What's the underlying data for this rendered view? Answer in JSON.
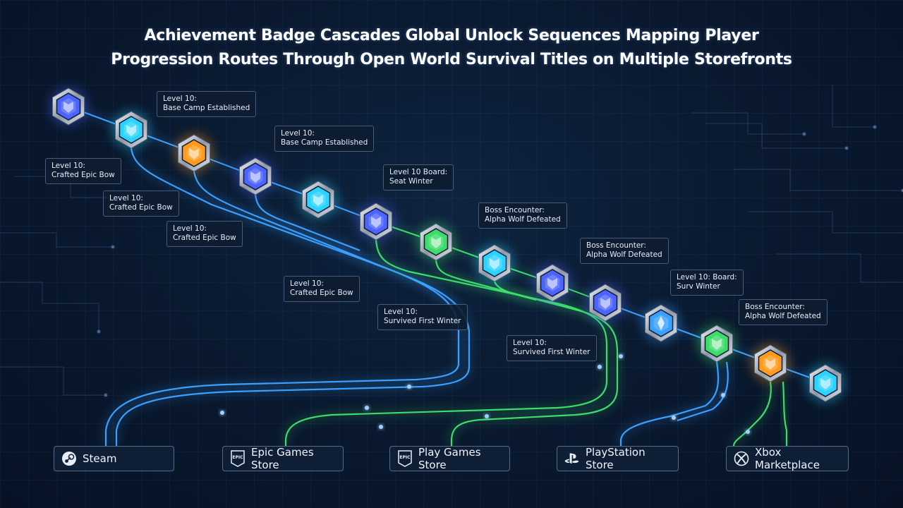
{
  "title": {
    "line1": "Achievement Badge Cascades Global Unlock Sequences Mapping Player",
    "line2": "Progression Routes Through Open World Survival Titles on Multiple Storefronts"
  },
  "colors": {
    "blue": "#3aa0ff",
    "cyan": "#2ad4ff",
    "green": "#3ddc6a",
    "orange": "#ff9a1a",
    "indigo": "#4b63ff"
  },
  "badges": [
    {
      "color": "indigo",
      "icon": "shield"
    },
    {
      "color": "cyan",
      "icon": "shield"
    },
    {
      "color": "orange",
      "icon": "shield"
    },
    {
      "color": "indigo",
      "icon": "shield"
    },
    {
      "color": "cyan",
      "icon": "shield"
    },
    {
      "color": "indigo",
      "icon": "shield"
    },
    {
      "color": "green",
      "icon": "shield"
    },
    {
      "color": "cyan",
      "icon": "shield"
    },
    {
      "color": "indigo",
      "icon": "shield"
    },
    {
      "color": "indigo",
      "icon": "shield"
    },
    {
      "color": "blue",
      "icon": "crystal"
    },
    {
      "color": "green",
      "icon": "shield"
    },
    {
      "color": "orange",
      "icon": "shield"
    },
    {
      "color": "cyan",
      "icon": "shield"
    }
  ],
  "labels": [
    {
      "line1": "Level 10:",
      "line2": "Base Camp Established"
    },
    {
      "line1": "Level 10:",
      "line2": "Base Camp Established"
    },
    {
      "line1": "Level 10:",
      "line2": "Crafted Epic Bow"
    },
    {
      "line1": "Level 10:",
      "line2": "Crafted Epic Bow"
    },
    {
      "line1": "Level 10:",
      "line2": "Crafted Epic Bow"
    },
    {
      "line1": "Level 10 Board:",
      "line2": "Seat Winter"
    },
    {
      "line1": "Boss Encounter:",
      "line2": "Alpha Wolf Defeated"
    },
    {
      "line1": "Boss Encounter:",
      "line2": "Alpha Wolf Defeated"
    },
    {
      "line1": "Level 10:",
      "line2": "Crafted Epic Bow"
    },
    {
      "line1": "Level 10:",
      "line2": "Survived First Winter"
    },
    {
      "line1": "Level 10:",
      "line2": "Survived First Winter"
    },
    {
      "line1": "Level 10: Board:",
      "line2": "Surv Winter"
    },
    {
      "line1": "Boss Encounter:",
      "line2": "Alpha Wolf Defeated"
    }
  ],
  "stores": [
    {
      "label": "Steam",
      "icon": "steam-icon"
    },
    {
      "label": "Epic Games Store",
      "icon": "epic-icon"
    },
    {
      "label": "Play Games Store",
      "icon": "epic-icon"
    },
    {
      "label": "PlayStation Store",
      "icon": "playstation-icon"
    },
    {
      "label": "Xbox Marketplace",
      "icon": "xbox-icon"
    }
  ]
}
